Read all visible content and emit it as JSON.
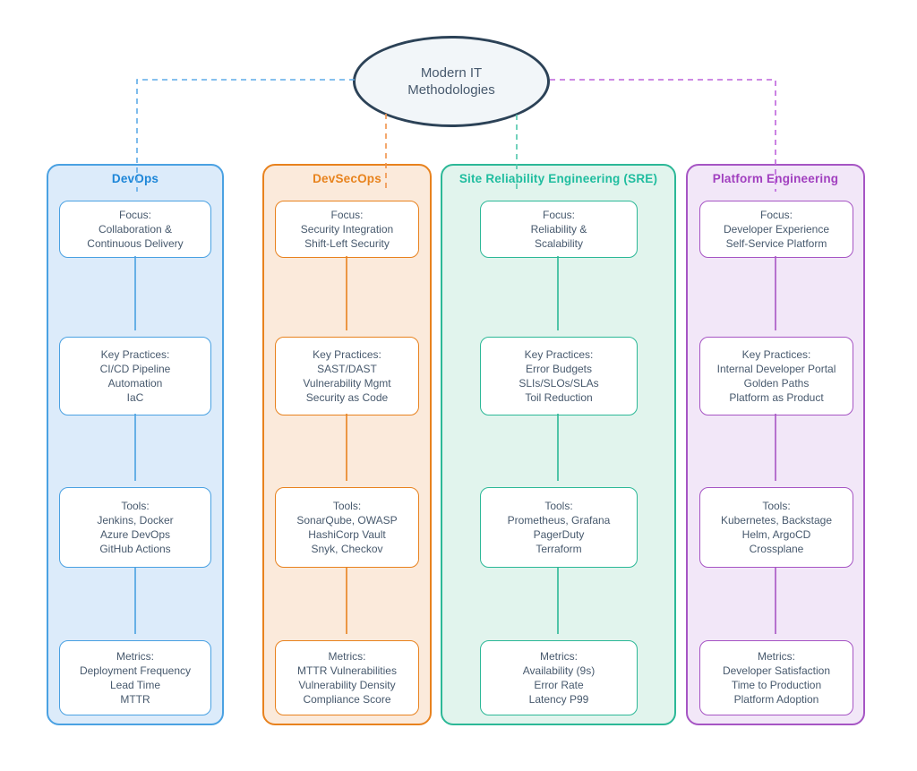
{
  "diagram": {
    "root": {
      "line1": "Modern IT",
      "line2": "Methodologies"
    },
    "columns": [
      {
        "title": "DevOps",
        "boxes": [
          {
            "lines": [
              "Focus:",
              "Collaboration &",
              "Continuous Delivery"
            ]
          },
          {
            "lines": [
              "Key Practices:",
              "CI/CD Pipeline",
              "Automation",
              "IaC"
            ]
          },
          {
            "lines": [
              "Tools:",
              "Jenkins, Docker",
              "Azure DevOps",
              "GitHub Actions"
            ]
          },
          {
            "lines": [
              "Metrics:",
              "Deployment Frequency",
              "Lead Time",
              "MTTR"
            ]
          }
        ]
      },
      {
        "title": "DevSecOps",
        "boxes": [
          {
            "lines": [
              "Focus:",
              "Security Integration",
              "Shift-Left Security"
            ]
          },
          {
            "lines": [
              "Key Practices:",
              "SAST/DAST",
              "Vulnerability Mgmt",
              "Security as Code"
            ]
          },
          {
            "lines": [
              "Tools:",
              "SonarQube, OWASP",
              "HashiCorp Vault",
              "Snyk, Checkov"
            ]
          },
          {
            "lines": [
              "Metrics:",
              "MTTR Vulnerabilities",
              "Vulnerability Density",
              "Compliance Score"
            ]
          }
        ]
      },
      {
        "title": "Site Reliability Engineering (SRE)",
        "boxes": [
          {
            "lines": [
              "Focus:",
              "Reliability &",
              "Scalability"
            ]
          },
          {
            "lines": [
              "Key Practices:",
              "Error Budgets",
              "SLIs/SLOs/SLAs",
              "Toil Reduction"
            ]
          },
          {
            "lines": [
              "Tools:",
              "Prometheus, Grafana",
              "PagerDuty",
              "Terraform"
            ]
          },
          {
            "lines": [
              "Metrics:",
              "Availability (9s)",
              "Error Rate",
              "Latency P99"
            ]
          }
        ]
      },
      {
        "title": "Platform Engineering",
        "boxes": [
          {
            "lines": [
              "Focus:",
              "Developer Experience",
              "Self-Service Platform"
            ]
          },
          {
            "lines": [
              "Key Practices:",
              "Internal Developer Portal",
              "Golden Paths",
              "Platform as Product"
            ]
          },
          {
            "lines": [
              "Tools:",
              "Kubernetes, Backstage",
              "Helm, ArgoCD",
              "Crossplane"
            ]
          },
          {
            "lines": [
              "Metrics:",
              "Developer Satisfaction",
              "Time to Production",
              "Platform Adoption"
            ]
          }
        ]
      }
    ]
  },
  "theme": {
    "c0_stroke": "#4AA1E2",
    "c0_fill": "#DCEBFA",
    "c0_text": "#1D86D8",
    "c0_dash": "#5FACE8",
    "c1_stroke": "#E8821E",
    "c1_fill": "#FBEADB",
    "c1_text": "#E8831D",
    "c1_dash": "#F0924A",
    "c2_stroke": "#2CB897",
    "c2_fill": "#E1F4ED",
    "c2_text": "#1FBD9F",
    "c2_dash": "#4FC6AB",
    "c3_stroke": "#A655C4",
    "c3_fill": "#F2E7F8",
    "c3_text": "#A13FBF",
    "c3_dash": "#BE64DC",
    "node_stroke": "#2C4257",
    "node_fill": "#F2F6F9",
    "text": "#47596D",
    "canvas": "#FFFFFF"
  }
}
